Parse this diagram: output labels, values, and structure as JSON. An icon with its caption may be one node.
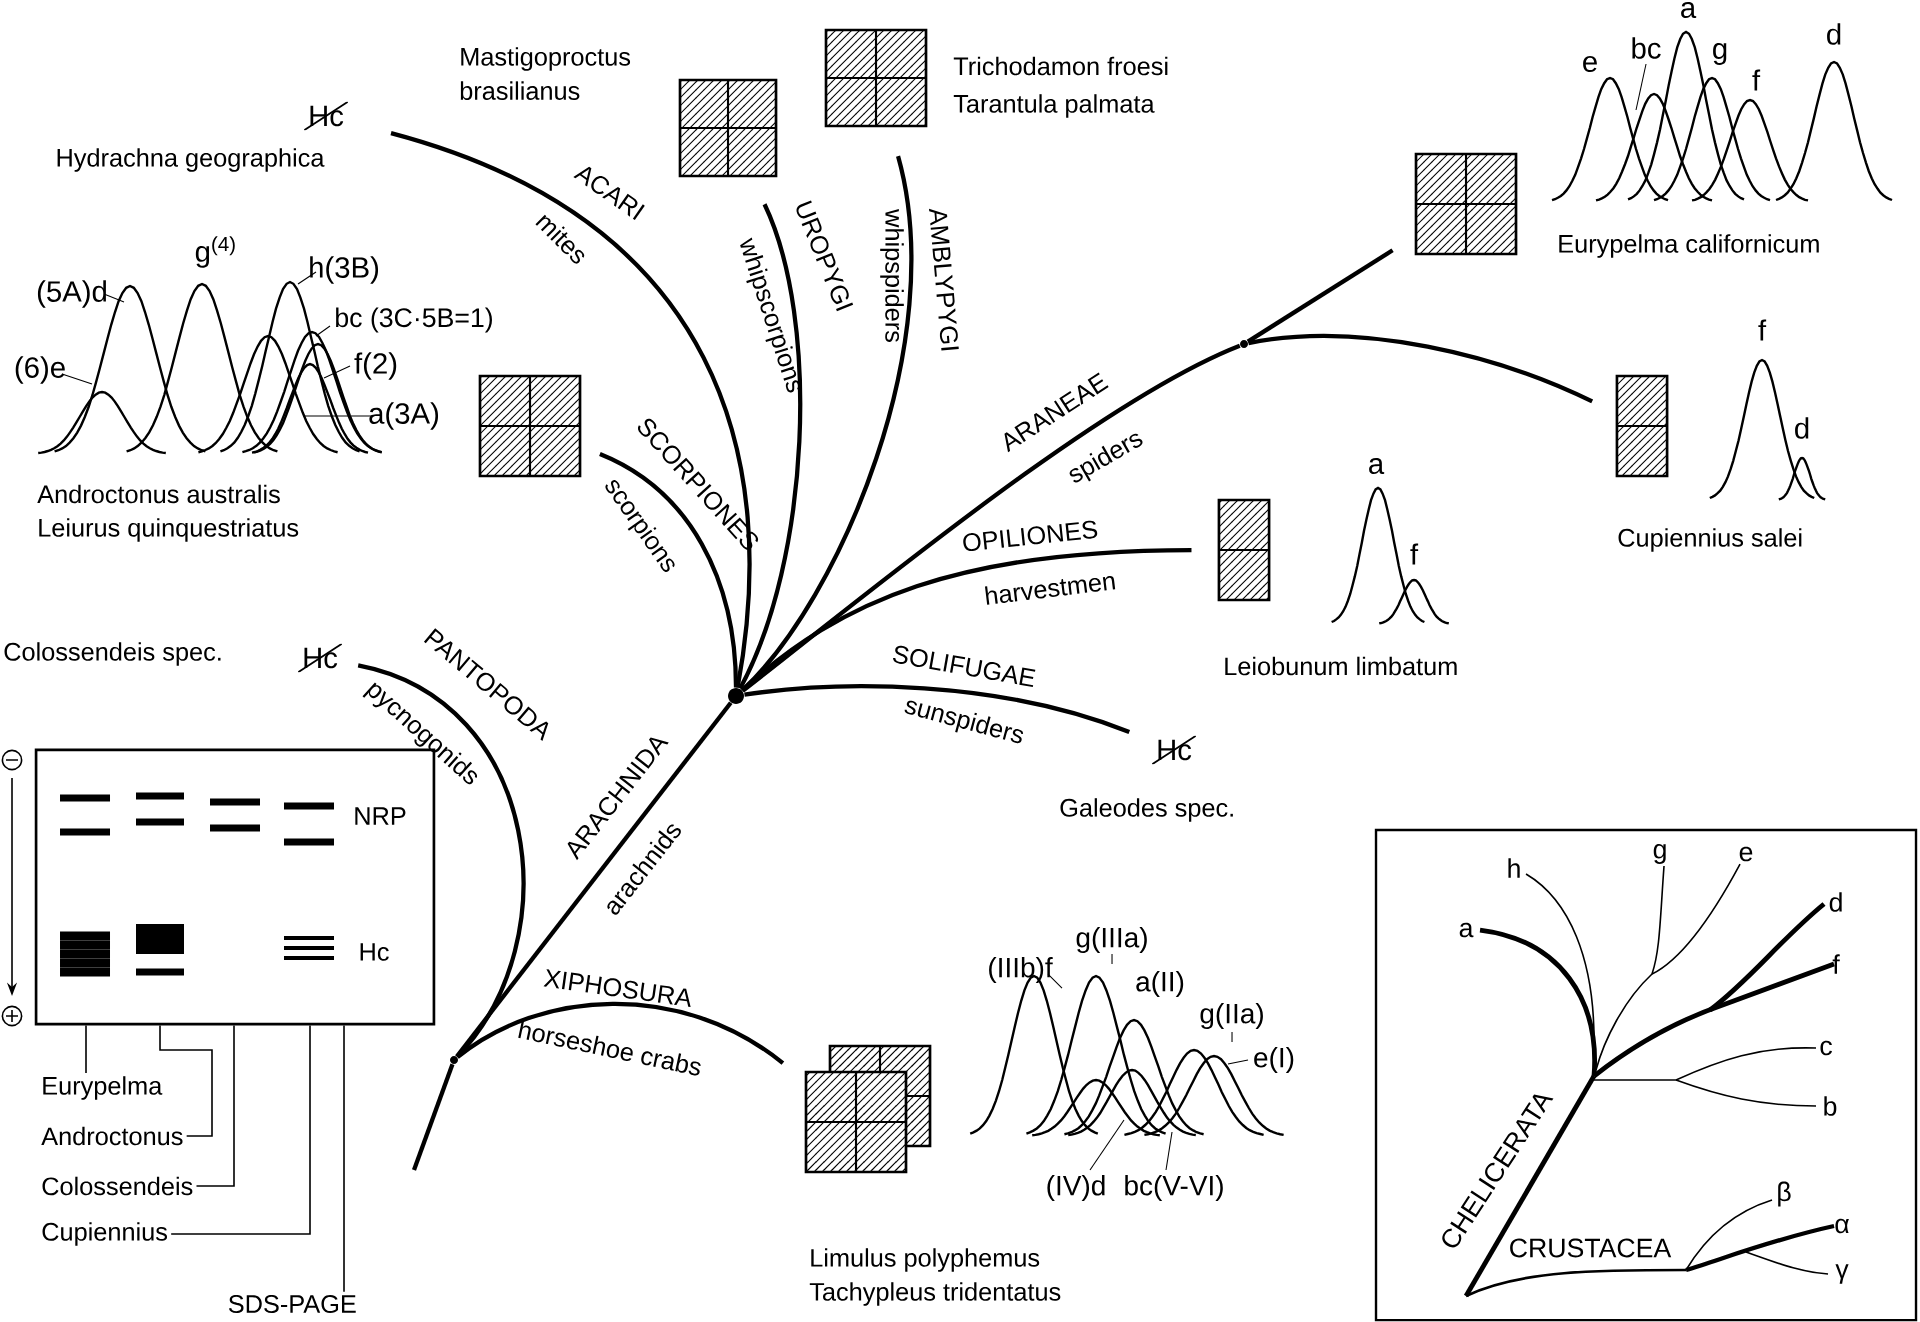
{
  "diagram": {
    "nodes": [
      {
        "text": [
          "Hc",
          "Hydrachna geographica"
        ]
      },
      {
        "text": [],
        "shape": "box",
        "beside": [
          "Mastigoproctus brasilianus"
        ]
      },
      {
        "text": [],
        "shape": "box",
        "beside": [
          "Trichodamon froesi",
          "Tarantula palmata"
        ]
      },
      {
        "text": [],
        "shape": "box",
        "beside": [
          "Eurypelma californicum"
        ]
      },
      {
        "text": [],
        "shape": "box",
        "beside": [
          "Androctonus australis",
          "Leiurus quinquestriatus"
        ]
      },
      {
        "text": [],
        "shape": "box",
        "beside": [
          "Cupiennius salei"
        ]
      },
      {
        "text": [],
        "shape": "box",
        "beside": [
          "Leiobunum limbatum"
        ]
      },
      {
        "text": [],
        "shape": "circle"
      },
      {
        "text": [],
        "shape": "circle"
      },
      {
        "text": [
          "Colossendeis spec.",
          "Hc"
        ]
      },
      {
        "text": [
          "Hc",
          "Galeodes spec."
        ]
      },
      {
        "text": [],
        "shape": "circle"
      },
      {
        "text": [
          "NRP",
          "Hc"
        ]
      },
      {
        "text": [],
        "shape": "box",
        "beside": [
          "Limulus polyphemus",
          "Tachypleus tridentatus"
        ]
      },
      {
        "text": [
          "Eurypelma"
        ]
      },
      {
        "text": [
          "Androctonus"
        ]
      },
      {
        "text": [
          "Colossendeis"
        ]
      },
      {
        "text": [
          "Cupiennius"
        ]
      },
      {
        "text": [
          "SDS-PAGE"
        ]
      },
      {
        "text": [
          "g",
          "e",
          "h",
          "a",
          "d",
          "f",
          "c",
          "b",
          "β",
          "α",
          "γ",
          "CHELICERATA",
          "CRUSTACEA"
        ]
      }
    ],
    "edges": [
      {
        "from": 7,
        "to": 0,
        "arrow": "none"
      },
      {
        "from": 7,
        "to": 1,
        "arrow": "none"
      },
      {
        "from": 7,
        "to": 2,
        "arrow": "none"
      },
      {
        "from": 7,
        "to": 4,
        "arrow": "none"
      },
      {
        "from": 7,
        "to": 8,
        "arrow": "none"
      },
      {
        "from": 8,
        "to": 3,
        "arrow": "none"
      },
      {
        "from": 8,
        "to": 5,
        "arrow": "none"
      },
      {
        "from": 7,
        "to": 6,
        "arrow": "none"
      },
      {
        "from": 7,
        "to": 10,
        "arrow": "none"
      },
      {
        "from": 11,
        "to": 7,
        "arrow": "none"
      },
      {
        "from": 11,
        "to": 9,
        "arrow": "none"
      },
      {
        "from": 11,
        "to": 13,
        "arrow": "none"
      },
      {
        "from": null,
        "to": 11,
        "arrow": "none"
      },
      {
        "from": 14,
        "to": 12,
        "arrow": "none"
      },
      {
        "from": 15,
        "to": 12,
        "arrow": "none"
      },
      {
        "from": 16,
        "to": 12,
        "arrow": "none"
      },
      {
        "from": 17,
        "to": 12,
        "arrow": "none"
      },
      {
        "from": 18,
        "to": 12,
        "arrow": "none"
      }
    ],
    "labels": [
      "ACARI",
      "mites",
      "whipscorpions",
      "UROPYGI",
      "whipspiders",
      "AMBLYPYGI",
      "SCORPIONES",
      "scorpions",
      "ARANEAE",
      "spiders",
      "OPILIONES",
      "harvestmen",
      "SOLIFUGAE",
      "sunspiders",
      "PANTOPODA",
      "pycnogonids",
      "ARACHNIDA",
      "arachnids",
      "XIPHOSURA",
      "horseshoe crabs",
      "(5A)d",
      "g$^{(4)}$",
      "h(3B)",
      "bc (3C·5B=1)",
      "(6)e",
      "f(2)",
      "a(3A)",
      "a",
      "d",
      "e",
      "bc",
      "g",
      "f",
      "f",
      "d",
      "a",
      "f",
      "g(IIIa)",
      "(IIIb)f",
      "a(II)",
      "g(IIa)",
      "e(I)",
      "(IV)d",
      "bc(V-VI)"
    ]
  }
}
